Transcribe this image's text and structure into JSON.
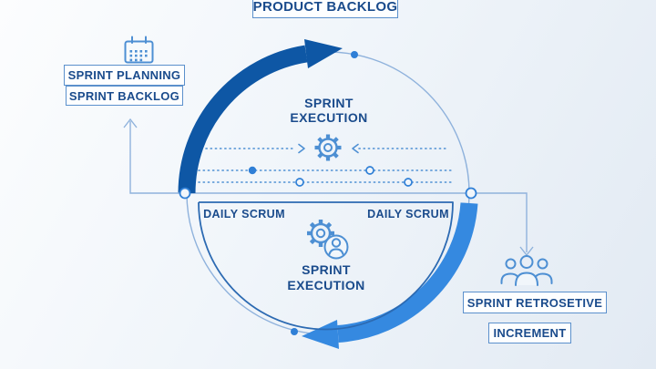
{
  "title": "Scrum sprint cycle diagram",
  "colors": {
    "bg-a": "#fcfdfe",
    "bg-b": "#f0f5fa",
    "bg-c": "#e2eaf3",
    "navy": "#1a4b8c",
    "arc-dark": "#0e57a5",
    "arc-light": "#3589e0",
    "line": "#8fb2dc",
    "dots": "#4d8fd3",
    "dot-fill": "#2f7fd6",
    "ring-fill": "#f1f6fb",
    "icon": "#4d8fd3",
    "bowl": "#2c6ab2",
    "box-bg": "#fdfeff",
    "box-border": "#5b90cc"
  },
  "labels": {
    "product_backlog": "PRODUCT BACKLOG",
    "sprint_planning": "SPRINT PLANNING",
    "sprint_backlog": "SPRINT BACKLOG",
    "execution_top_line1": "SPRINT",
    "execution_top_line2": "EXECUTION",
    "daily_scrum_left": "DAILY SCRUM",
    "daily_scrum_right": "DAILY SCRUM",
    "execution_bottom_line1": "SPRINT",
    "execution_bottom_line2": "EXECUTION",
    "sprint_retrospective": "SPRINT RETROSETIVE",
    "increment": "INCREMENT"
  },
  "icons": {
    "planning": "calendar-icon",
    "execution": "gear-icon",
    "daily_scrum": "gear-user-icon",
    "retrospective": "people-icon"
  }
}
